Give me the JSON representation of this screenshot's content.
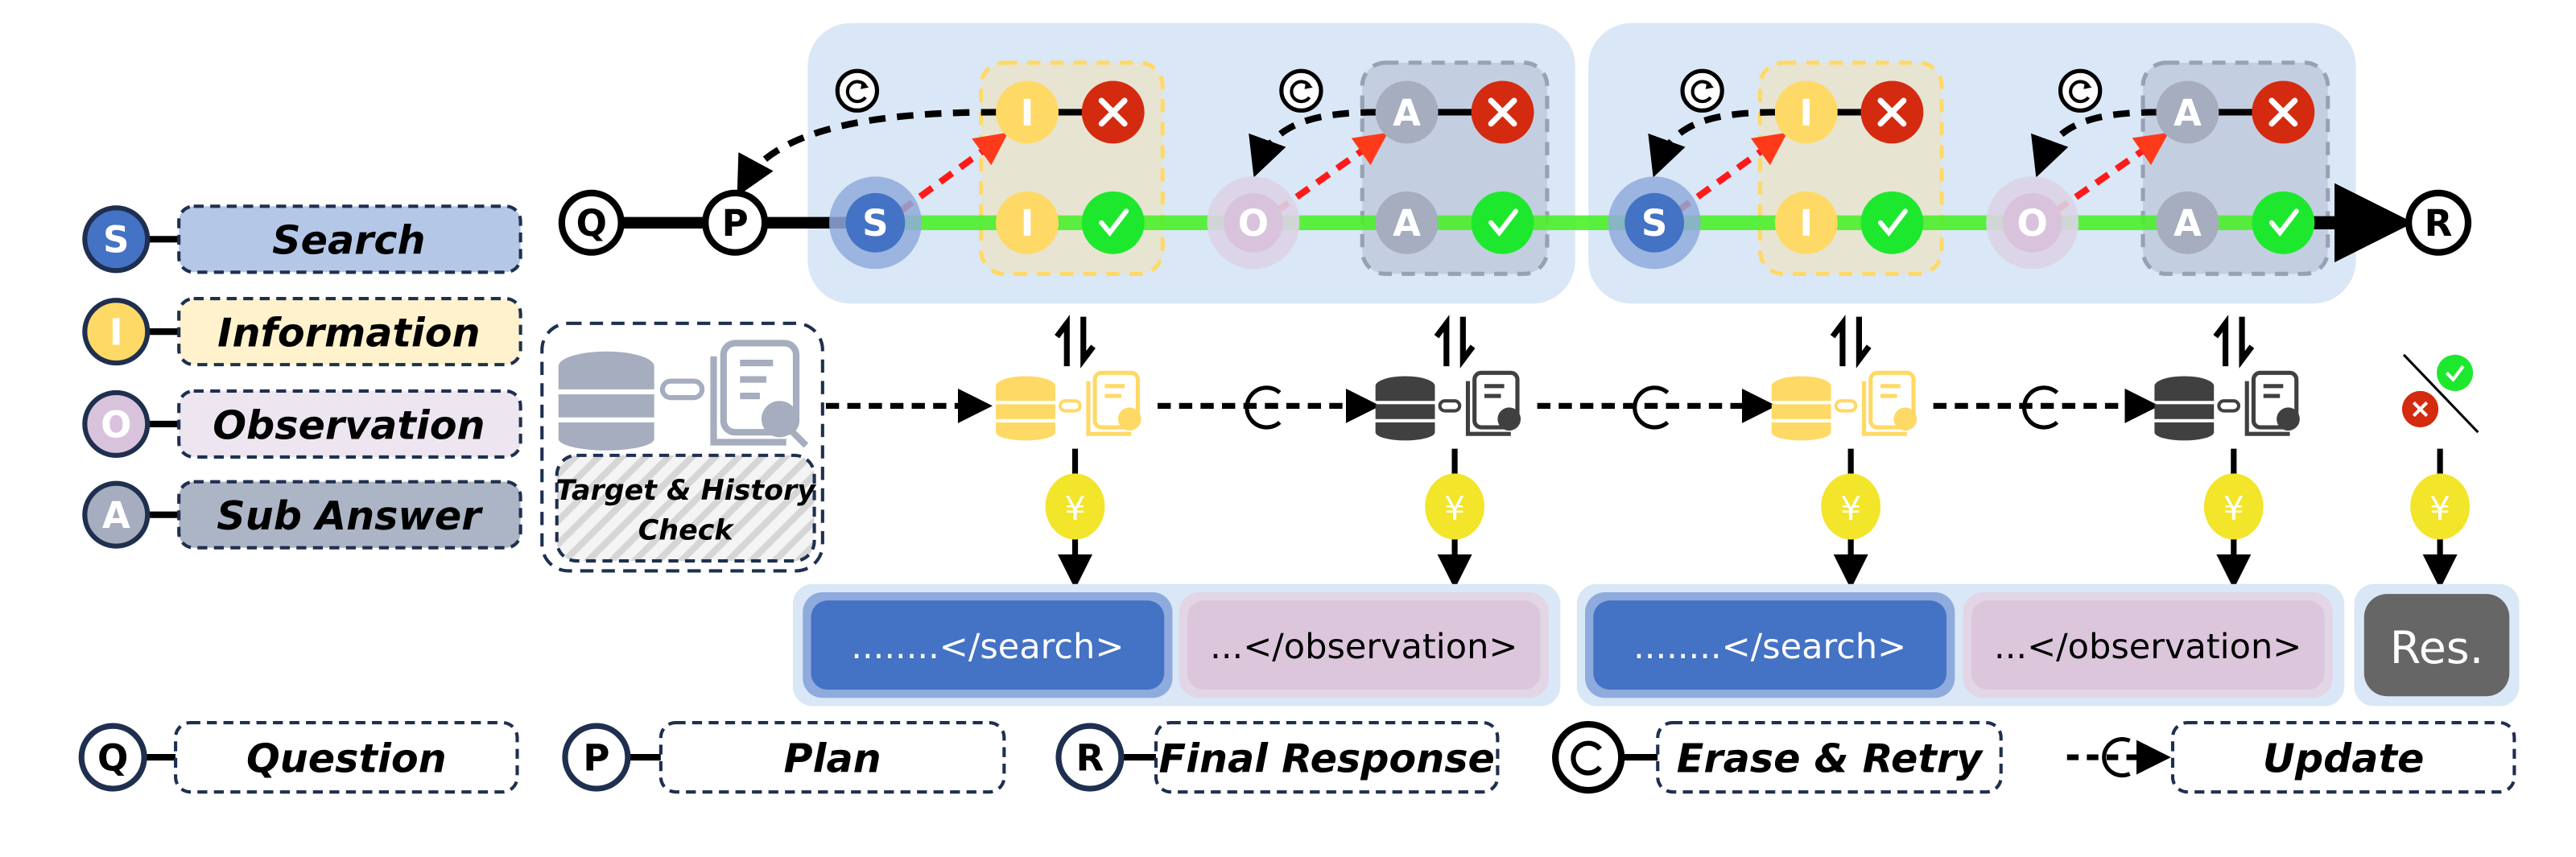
{
  "legend_left": [
    {
      "letter": "S",
      "label": "Search",
      "node_color": "#4472c4",
      "box_color": "#b4c7e7"
    },
    {
      "letter": "I",
      "label": "Information",
      "node_color": "#ffd966",
      "box_color": "#fff2cc"
    },
    {
      "letter": "O",
      "label": "Observation",
      "node_color": "#d9c3dc",
      "box_color": "#ede6f0"
    },
    {
      "letter": "A",
      "label": "Sub Answer",
      "node_color": "#a5adbe",
      "box_color": "#acb5c6"
    }
  ],
  "legend_bottom": [
    {
      "symbol": "Q",
      "label": "Question"
    },
    {
      "symbol": "P",
      "label": "Plan"
    },
    {
      "symbol": "R",
      "label": "Final Response"
    },
    {
      "symbol": "erase-retry",
      "label": "Erase & Retry"
    },
    {
      "symbol": "update",
      "label": "Update"
    }
  ],
  "flow": {
    "start_nodes": [
      "Q",
      "P"
    ],
    "end_node": "R",
    "panels": [
      {
        "search": "S",
        "info": "I",
        "observation": "O",
        "answer": "A"
      },
      {
        "search": "S",
        "info": "I",
        "observation": "O",
        "answer": "A"
      }
    ],
    "colors": {
      "path_green": "#4cf02c",
      "fail_red": "#d42a10",
      "pass_green": "#1ee82e",
      "panel_bg": "#d9e7f6",
      "red_arrow": "#ff1a1a"
    }
  },
  "check": {
    "title_line1": "Target & History",
    "title_line2": "Check"
  },
  "outputs": {
    "search_tag": "........</search>",
    "observation_tag": "...</observation>",
    "result_label": "Res.",
    "coin_symbol": "¥"
  }
}
